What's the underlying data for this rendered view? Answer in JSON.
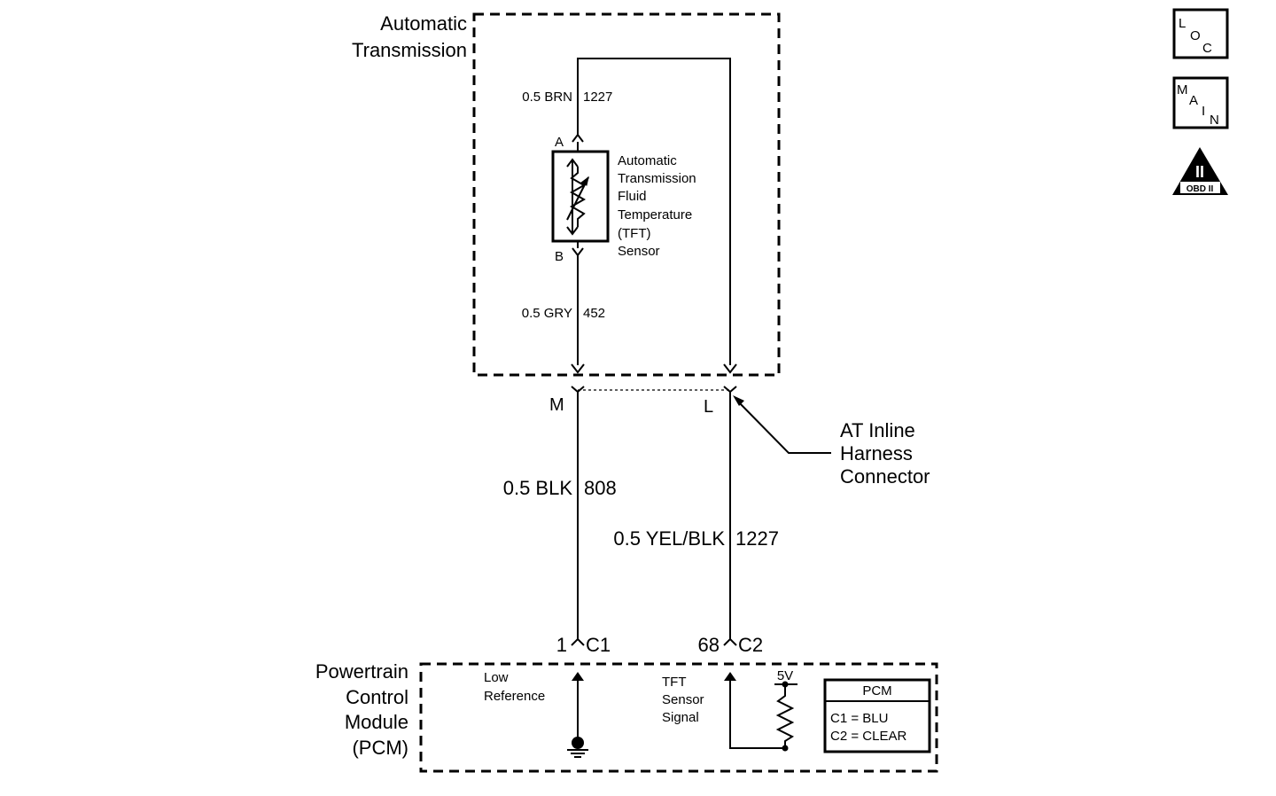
{
  "icons": {
    "loc": {
      "letters": [
        "L",
        "O",
        "C"
      ],
      "icon": "loc-icon"
    },
    "main": {
      "letters": [
        "M",
        "A",
        "I",
        "N"
      ],
      "icon": "main-icon"
    },
    "obd": {
      "numeral": "II",
      "label": "OBD II",
      "icon": "obd-ii-icon"
    }
  },
  "transmission": {
    "title_line1": "Automatic",
    "title_line2": "Transmission"
  },
  "sensor": {
    "lines": [
      "Automatic",
      "Transmission",
      "Fluid",
      "Temperature",
      "(TFT)",
      "Sensor"
    ],
    "pin_a": "A",
    "pin_b": "B"
  },
  "wires": {
    "top_label": "0.5 BRN",
    "top_circuit": "1227",
    "gry_label": "0.5 GRY",
    "gry_circuit": "452",
    "blk_label": "0.5 BLK",
    "blk_circuit": "808",
    "yel_label": "0.5 YEL/BLK",
    "yel_circuit": "1227"
  },
  "inline_connector": {
    "pin_m": "M",
    "pin_l": "L",
    "label_line1": "AT Inline",
    "label_line2": "Harness",
    "label_line3": "Connector"
  },
  "pcm": {
    "title_lines": [
      "Powertrain",
      "Control",
      "Module",
      "(PCM)"
    ],
    "pin1": "1",
    "pin1_conn": "C1",
    "pin68": "68",
    "pin68_conn": "C2",
    "low_ref_line1": "Low",
    "low_ref_line2": "Reference",
    "tft_line1": "TFT",
    "tft_line2": "Sensor",
    "tft_line3": "Signal",
    "voltage": "5V",
    "table_header": "PCM",
    "table_row1": "C1 = BLU",
    "table_row2": "C2 = CLEAR"
  }
}
